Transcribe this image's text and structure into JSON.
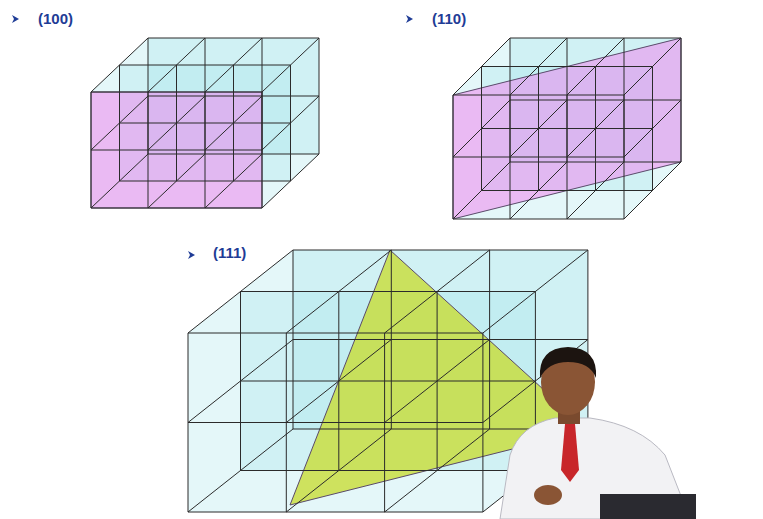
{
  "diagram": {
    "labels": [
      "(100)",
      "(110)",
      "(111)"
    ]
  }
}
